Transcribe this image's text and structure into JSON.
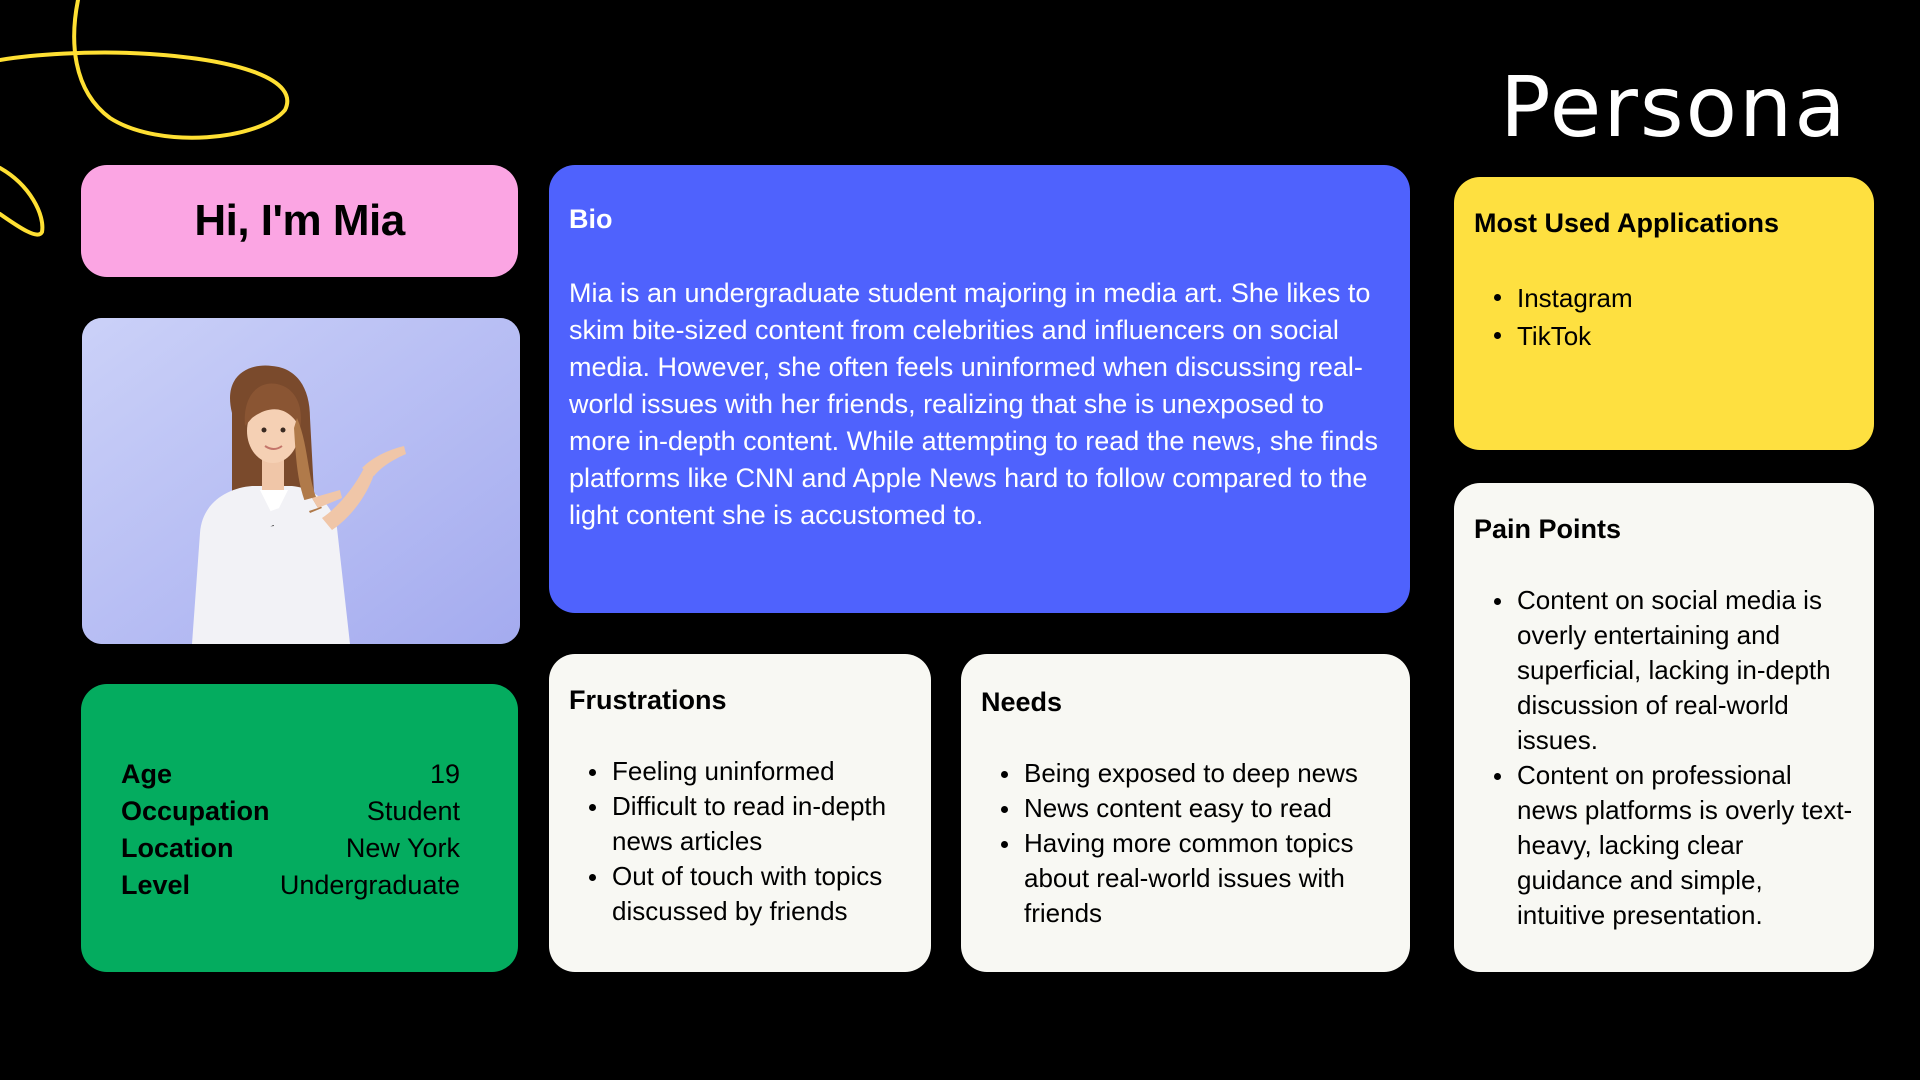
{
  "page": {
    "title": "Persona"
  },
  "greeting": "Hi, I'm Mia",
  "photo": {
    "alt": "Mia portrait"
  },
  "info": [
    {
      "label": "Age",
      "value": "19"
    },
    {
      "label": "Occupation",
      "value": "Student"
    },
    {
      "label": "Location",
      "value": "New York"
    },
    {
      "label": "Level",
      "value": "Undergraduate"
    }
  ],
  "bio": {
    "heading": "Bio",
    "text": "Mia is an undergraduate student majoring in media art. She likes to skim bite-sized content from celebrities and influencers on social media. However, she often feels uninformed when discussing real-world issues with her friends, realizing that she is unexposed to more in-depth content. While attempting to read the news, she finds platforms like CNN and Apple News hard to follow compared to the light content she is accustomed to."
  },
  "apps": {
    "heading": "Most Used Applications",
    "items": [
      "Instagram",
      "TikTok"
    ]
  },
  "frustrations": {
    "heading": "Frustrations",
    "items": [
      "Feeling uninformed",
      "Difficult to read in-depth news articles",
      "Out of touch with topics discussed by friends"
    ]
  },
  "needs": {
    "heading": "Needs",
    "items": [
      "Being exposed to deep news",
      "News content easy to read",
      "Having more common topics about real-world issues with friends"
    ]
  },
  "pain_points": {
    "heading": "Pain Points",
    "items": [
      "Content on social media is overly entertaining and superficial, lacking in-depth discussion of real-world issues.",
      "Content on professional news platforms is overly text-heavy, lacking clear guidance and simple, intuitive presentation."
    ]
  },
  "colors": {
    "background": "#000000",
    "greeting_card": "#FBA5E3",
    "bio_card": "#4F62FD",
    "info_card": "#04AC5F",
    "apps_card": "#FEE040",
    "light_card": "#F8F8F3",
    "accent_line": "#FFE033"
  }
}
